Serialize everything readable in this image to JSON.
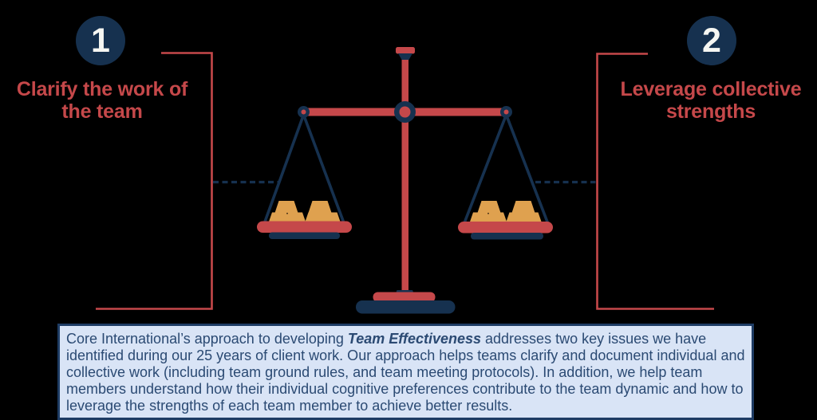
{
  "colors": {
    "background": "#000000",
    "red": "#c5484a",
    "navy": "#16314f",
    "gold": "#dfa14f",
    "numeral": "#f5f6f2",
    "box-bg": "#d9e4f6",
    "box-border": "#1e3c64",
    "body-text": "#2b4a73"
  },
  "steps": [
    {
      "number": "1",
      "label": "Clarify the work of the team"
    },
    {
      "number": "2",
      "label": "Leverage collective strengths"
    }
  ],
  "illustration": {
    "icon": "balance-scale-icon",
    "description": "balance scale with gold ingots on both pans"
  },
  "description": {
    "prefix": "Core International’s approach to developing ",
    "emphasis": "Team Effectiveness",
    "suffix": " addresses two key issues we have identified during our 25 years of client work. Our approach helps teams clarify and document individual and collective work (including team ground rules, and team meeting protocols). In addition, we help team members understand how their individual cognitive preferences contribute to the team dynamic and how to leverage the strengths of each team member to achieve better results."
  }
}
